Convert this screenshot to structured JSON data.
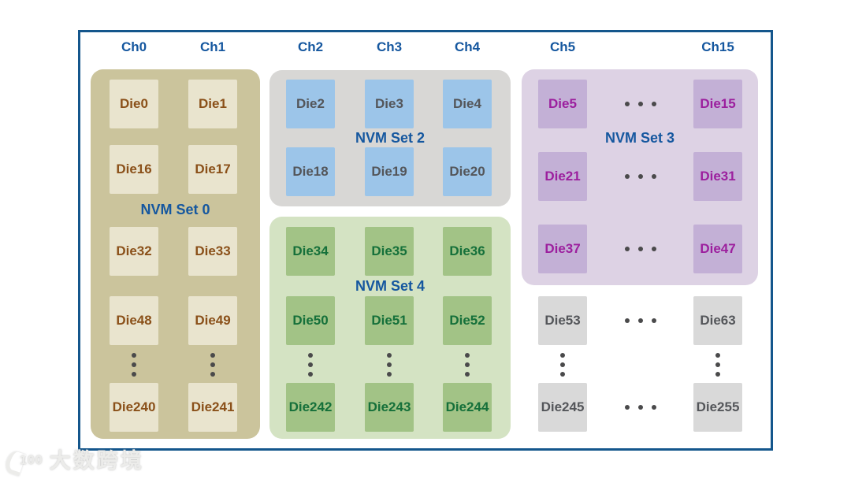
{
  "channels": [
    "Ch0",
    "Ch1",
    "Ch2",
    "Ch3",
    "Ch4",
    "Ch5",
    "Ch15"
  ],
  "sets": {
    "set0": {
      "label": "NVM Set 0",
      "dies": [
        "Die0",
        "Die1",
        "Die16",
        "Die17",
        "Die32",
        "Die33",
        "Die48",
        "Die49",
        "Die240",
        "Die241"
      ]
    },
    "set2": {
      "label": "NVM Set 2",
      "dies": [
        "Die2",
        "Die3",
        "Die4",
        "Die18",
        "Die19",
        "Die20"
      ]
    },
    "set3": {
      "label": "NVM Set 3",
      "dies": [
        "Die5",
        "Die15",
        "Die21",
        "Die31",
        "Die37",
        "Die47"
      ]
    },
    "set4": {
      "label": "NVM Set 4",
      "dies": [
        "Die34",
        "Die35",
        "Die36",
        "Die50",
        "Die51",
        "Die52",
        "Die242",
        "Die243",
        "Die244"
      ]
    },
    "ungrouped": {
      "dies": [
        "Die53",
        "Die63",
        "Die245",
        "Die255"
      ]
    }
  },
  "icons": {
    "ellipsis_horizontal": "three-dots-row",
    "ellipsis_vertical": "three-dots-column"
  },
  "watermark": {
    "logo": "100",
    "brand": "大数跨境"
  },
  "colors": {
    "frame_border": "#14568c",
    "label_blue": "#15579f",
    "set0_bg": "#cbc49c",
    "set0_die_bg": "#e9e4ce",
    "set0_die_text": "#8a5019",
    "set2_bg": "#d8d7d5",
    "set2_die_bg": "#9cc5e9",
    "set2_die_text": "#54565a",
    "set3_bg": "#ddd2e4",
    "set3_die_bg": "#c3b0d6",
    "set3_die_text": "#9c1f9e",
    "set4_bg": "#d4e3c3",
    "set4_die_bg": "#a2c386",
    "set4_die_text": "#15703a",
    "ungrouped_die_bg": "#d9d9d9",
    "ungrouped_die_text": "#54565a",
    "dots": "#4a4a4b"
  }
}
